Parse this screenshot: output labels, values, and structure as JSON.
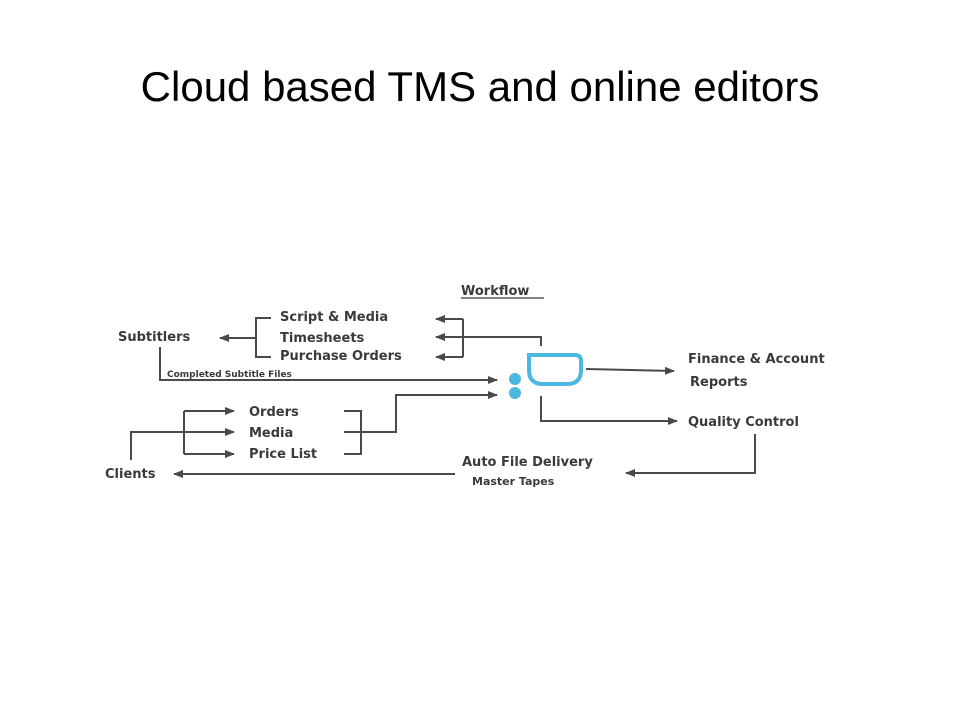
{
  "slide": {
    "title": "Cloud based TMS and online editors"
  },
  "diagram": {
    "title": "Workflow",
    "subtitlers": "Subtitlers",
    "subtitler_items": [
      "Script & Media",
      "Timesheets",
      "Purchase Orders"
    ],
    "completed_files": "Completed Subtitle Files",
    "clients": "Clients",
    "client_items": [
      "Orders",
      "Media",
      "Price List"
    ],
    "finance": "Finance & Account",
    "reports": "Reports",
    "quality_control": "Quality Control",
    "auto_delivery": "Auto File Delivery",
    "master_tapes": "Master Tapes",
    "colors": {
      "logo": "#4ab8e0",
      "lines": "#4a4a4a",
      "text": "#3a3a3a"
    }
  }
}
